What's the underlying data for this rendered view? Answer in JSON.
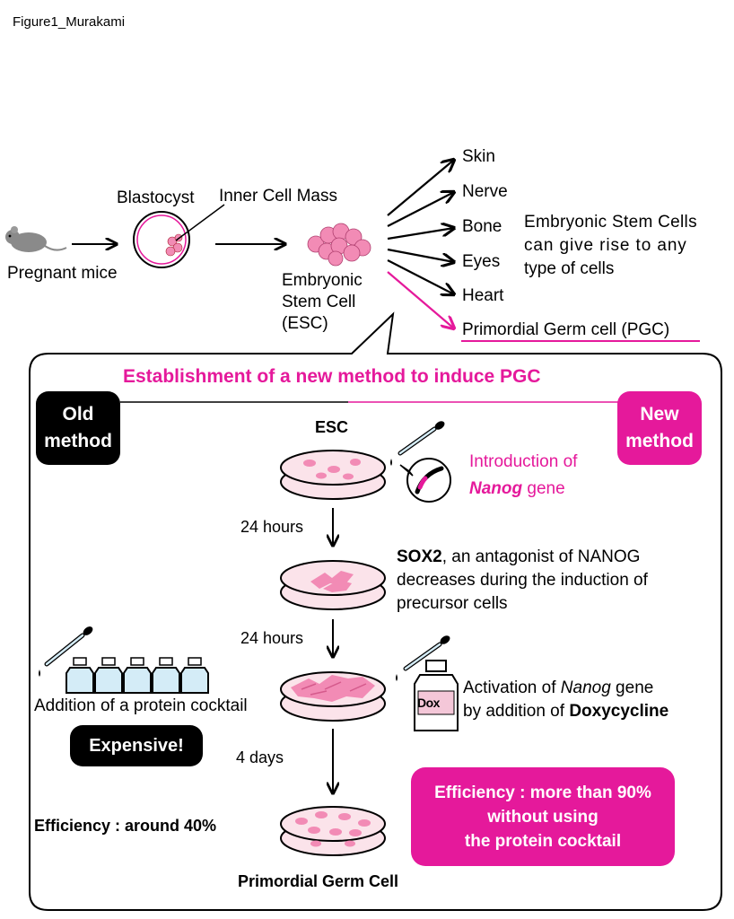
{
  "figure_label": "Figure1_Murakami",
  "top": {
    "pregnant_mice": "Pregnant mice",
    "blastocyst": "Blastocyst",
    "inner_cell_mass": "Inner Cell Mass",
    "esc_line1": "Embryonic",
    "esc_line2": "Stem Cell",
    "esc_line3": "(ESC)",
    "outcomes": [
      "Skin",
      "Nerve",
      "Bone",
      "Eyes",
      "Heart"
    ],
    "pgc_outcome": "Primordial Germ cell (PGC)",
    "esc_note_line1": "Embryonic Stem Cells",
    "esc_note_line2": "can give rise to any",
    "esc_note_line3": "type of cells"
  },
  "panel": {
    "title": "Establishment of a new method to induce PGC",
    "old_line1": "Old",
    "old_line2": "method",
    "new_line1": "New",
    "new_line2": "method",
    "esc_label": "ESC",
    "intro_line1": "Introduction of",
    "intro_nanog": "Nanog",
    "intro_gene": " gene",
    "step1_time": "24 hours",
    "sox2_bold": "SOX2",
    "sox2_rest": ", an antagonist of NANOG",
    "sox2_line2": "decreases during the induction of",
    "sox2_line3": "precursor cells",
    "step2_time": "24 hours",
    "protein_cocktail": "Addition of a protein cocktail",
    "expensive": "Expensive!",
    "dox_label": "Dox",
    "activation_pre": "Activation of ",
    "activation_nanog": "Nanog",
    "activation_post": " gene",
    "by_addition": "by addition of ",
    "doxycycline": "Doxycycline",
    "step3_time": "4 days",
    "old_efficiency": "Efficiency : around 40%",
    "new_eff_line1": "Efficiency : more than 90%",
    "new_eff_line2": "without using",
    "new_eff_line3": "the protein cocktail",
    "final_label": "Primordial Germ Cell"
  },
  "colors": {
    "pink": "#e5199b",
    "dish_fill": "#fbe3ea",
    "cell_fill": "#f28bb5",
    "bottle_fill": "#d4ecf7"
  }
}
